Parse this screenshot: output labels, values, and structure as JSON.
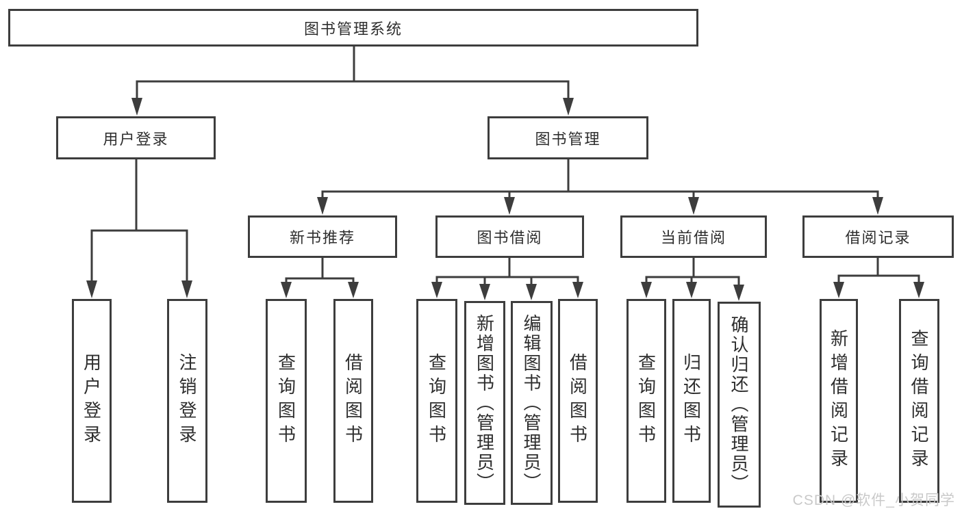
{
  "nodes": {
    "root": "图书管理系统",
    "user_login_group": "用户登录",
    "book_mgmt": "图书管理",
    "new_book_rec": "新书推荐",
    "book_borrow": "图书借阅",
    "current_borrow": "当前借阅",
    "borrow_records": "借阅记录",
    "leaf_user_login": "用户登录",
    "leaf_logout": "注销登录",
    "leaf_nb_query": "查询图书",
    "leaf_nb_borrow": "借阅图书",
    "leaf_bb_query": "查询图书",
    "leaf_bb_add": "新增图书（管理员）",
    "leaf_bb_edit": "编辑图书（管理员）",
    "leaf_bb_borrow": "借阅图书",
    "leaf_cb_query": "查询图书",
    "leaf_cb_return": "归还图书",
    "leaf_cb_confirm": "确认归还（管理员）",
    "leaf_br_add": "新增借阅记录",
    "leaf_br_query": "查询借阅记录"
  },
  "watermark": "CSDN @软件_小贺同学",
  "colors": {
    "line": "#3d3d3d",
    "text": "#2e2e2e",
    "watermark": "#c9c9c9",
    "background": "#ffffff"
  }
}
